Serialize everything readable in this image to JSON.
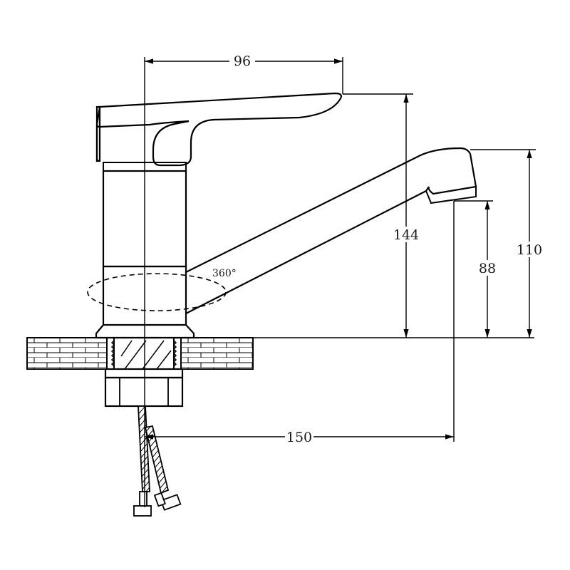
{
  "dimensions": {
    "handle_width": "96",
    "total_height": "144",
    "spout_height": "110",
    "outlet_height": "88",
    "spout_reach": "150"
  },
  "rotation_label": "360°",
  "colors": {
    "line": "#000000",
    "background": "#ffffff",
    "text": "#1a1a1a"
  },
  "icons": {
    "faucet": "faucet-icon",
    "countertop": "brick-countertop-icon",
    "hoses": "braided-hose-icon"
  }
}
